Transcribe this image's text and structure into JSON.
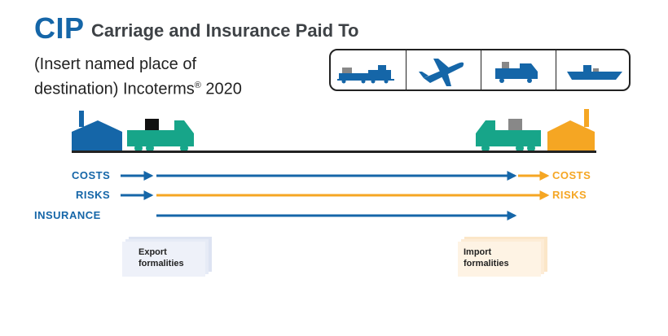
{
  "header": {
    "abbreviation": "CIP",
    "full_name": "Carriage and Insurance Paid To"
  },
  "place": {
    "line1": "(Insert named place of",
    "line2_prefix": "destination) Incoterms",
    "registered": "®",
    "year": " 2020"
  },
  "transport_modes": {
    "icons": [
      "train-icon",
      "airplane-icon",
      "truck-icon",
      "ship-icon"
    ]
  },
  "flows": {
    "costs_seller": "COSTS",
    "risks_seller": "RISKS",
    "insurance": "INSURANCE",
    "costs_buyer": "COSTS",
    "risks_buyer": "RISKS"
  },
  "documents": {
    "export_line1": "Export",
    "export_line2": "formalities",
    "import_line1": "Import",
    "import_line2": "formalities"
  },
  "colors": {
    "seller": "#1566a8",
    "buyer": "#f5a623",
    "truck": "#17a589",
    "dark": "#222222"
  }
}
